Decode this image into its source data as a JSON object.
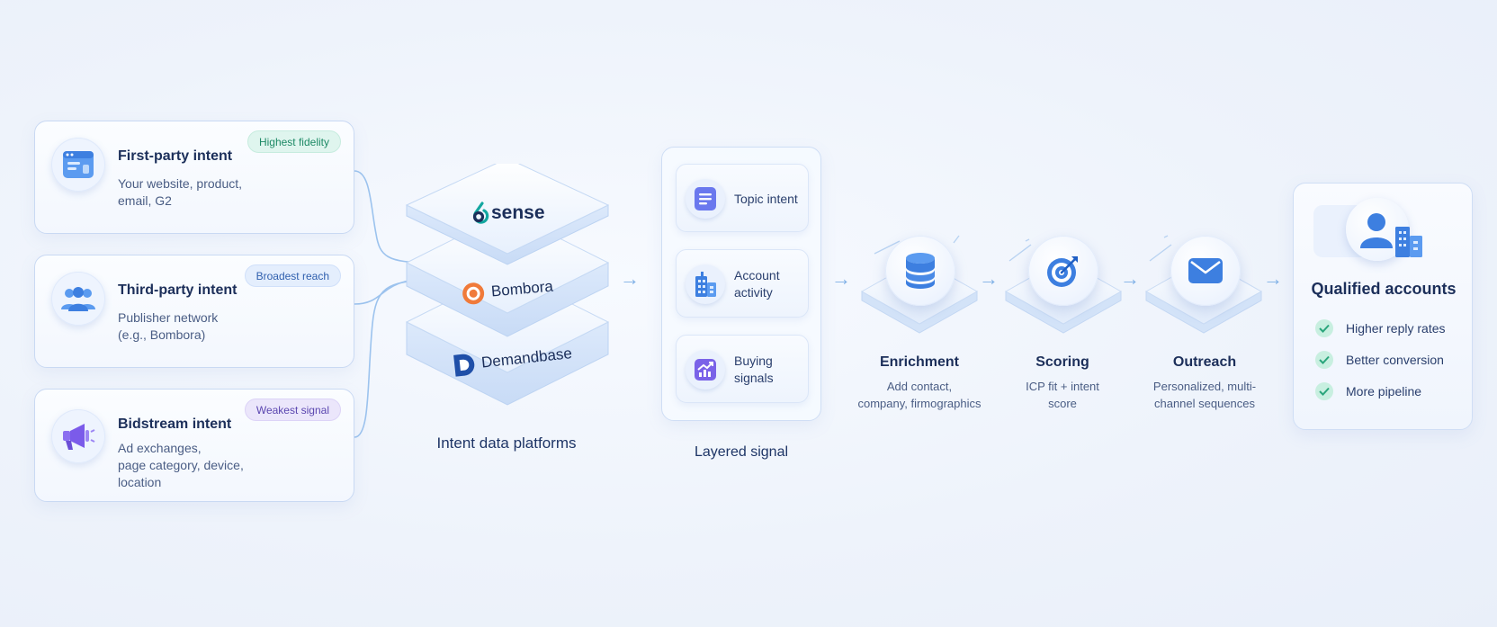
{
  "colors": {
    "accent": "#3f7ad9",
    "line": "#9cc3ee",
    "badge_green": "#1e8a66",
    "badge_blue": "#2f5fae",
    "badge_purple": "#5b47b0",
    "check_green": "#2aa57c"
  },
  "sources": [
    {
      "title": "First-party intent",
      "desc": "Your website, product, email, G2",
      "badge": "Highest fidelity",
      "icon": "browser-window-icon"
    },
    {
      "title": "Third-party intent",
      "desc": "Publisher network (e.g., Bombora)",
      "badge": "Broadest reach",
      "icon": "people-group-icon"
    },
    {
      "title": "Bidstream intent",
      "desc_lines": [
        "Ad exchanges,",
        "page category, device,",
        "location"
      ],
      "badge": "Weakest signal",
      "icon": "megaphone-icon"
    }
  ],
  "platforms": {
    "label": "Intent data platforms",
    "items": [
      "sense",
      "Bombora",
      "Demandbase"
    ]
  },
  "layered": {
    "label": "Layered signal",
    "items": [
      {
        "text": "Topic intent",
        "icon": "document-icon"
      },
      {
        "text": "Account activity",
        "icon": "buildings-icon"
      },
      {
        "text": "Buying signals",
        "icon": "chart-up-icon"
      }
    ]
  },
  "stages": [
    {
      "title": "Enrichment",
      "desc_lines": [
        "Add contact,",
        "company, firmographics"
      ],
      "icon": "database-icon"
    },
    {
      "title": "Scoring",
      "desc_lines": [
        "ICP fit + intent",
        "score"
      ],
      "icon": "target-icon"
    },
    {
      "title": "Outreach",
      "desc_lines": [
        "Personalized, multi-",
        "channel sequences"
      ],
      "icon": "mail-icon"
    }
  ],
  "qualified": {
    "title": "Qualified accounts",
    "items": [
      "Higher reply rates",
      "Better conversion",
      "More pipeline"
    ]
  }
}
